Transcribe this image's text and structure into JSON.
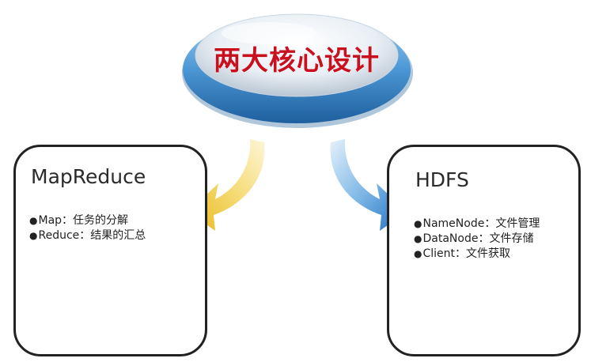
{
  "title": "两大核心设计",
  "left_box": {
    "title": "MapReduce",
    "items": [
      "Map：任务的分解",
      "Reduce：结果的汇总"
    ]
  },
  "right_box": {
    "title": "HDFS",
    "items": [
      "NameNode：文件管理",
      "DataNode：文件存储",
      "Client：文件获取"
    ]
  },
  "bullet": "●",
  "colors": {
    "title_text": "#c8101e",
    "ellipse_top": "#e8eef4",
    "ellipse_rim": "#3f86c4",
    "left_arrow": "#f0c83a",
    "right_arrow": "#2a7fcf",
    "box_border": "#222222"
  }
}
